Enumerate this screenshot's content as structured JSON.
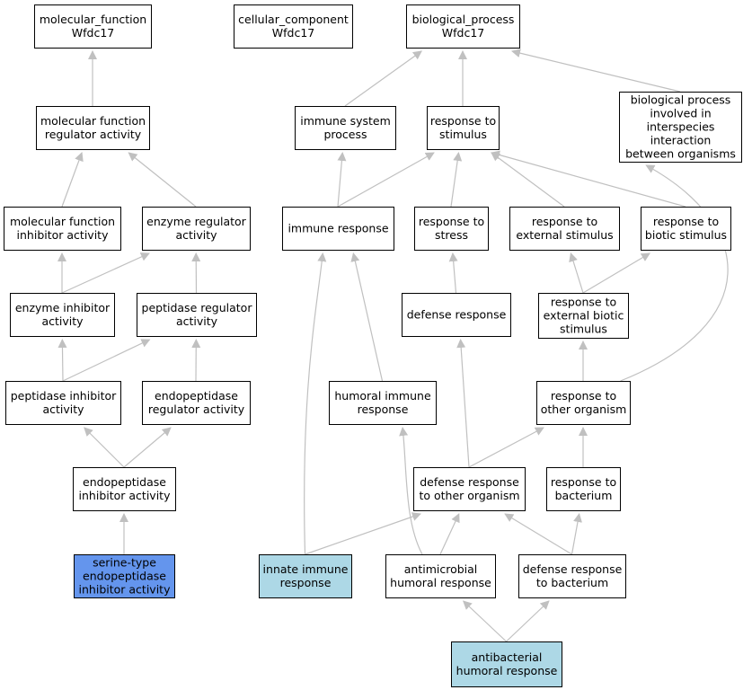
{
  "colors": {
    "edge": "#c0c0c0",
    "node_fill": "#ffffff",
    "node_stroke": "#000000",
    "highlight_query": "#6495ed",
    "highlight_annotation": "#add8e6"
  },
  "nodes": [
    {
      "id": "mf_root",
      "lines": [
        "molecular_function",
        "Wfdc17"
      ],
      "fill": "white"
    },
    {
      "id": "cc_root",
      "lines": [
        "cellular_component",
        "Wfdc17"
      ],
      "fill": "white"
    },
    {
      "id": "bp_root",
      "lines": [
        "biological_process",
        "Wfdc17"
      ],
      "fill": "white"
    },
    {
      "id": "mf_reg",
      "lines": [
        "molecular function",
        "regulator activity"
      ],
      "fill": "white"
    },
    {
      "id": "immune_sys",
      "lines": [
        "immune system",
        "process"
      ],
      "fill": "white"
    },
    {
      "id": "resp_stim",
      "lines": [
        "response to",
        "stimulus"
      ],
      "fill": "white"
    },
    {
      "id": "bp_inter",
      "lines": [
        "biological process",
        "involved in",
        "interspecies",
        "interaction",
        "between organisms"
      ],
      "fill": "white"
    },
    {
      "id": "mf_inhib",
      "lines": [
        "molecular function",
        "inhibitor activity"
      ],
      "fill": "white"
    },
    {
      "id": "enz_reg",
      "lines": [
        "enzyme regulator",
        "activity"
      ],
      "fill": "white"
    },
    {
      "id": "immune_resp",
      "lines": [
        "immune response"
      ],
      "fill": "white"
    },
    {
      "id": "resp_stress",
      "lines": [
        "response to",
        "stress"
      ],
      "fill": "white"
    },
    {
      "id": "resp_ext",
      "lines": [
        "response to",
        "external stimulus"
      ],
      "fill": "white"
    },
    {
      "id": "resp_biotic",
      "lines": [
        "response to",
        "biotic stimulus"
      ],
      "fill": "white"
    },
    {
      "id": "enz_inhib",
      "lines": [
        "enzyme inhibitor",
        "activity"
      ],
      "fill": "white"
    },
    {
      "id": "pep_reg",
      "lines": [
        "peptidase regulator",
        "activity"
      ],
      "fill": "white"
    },
    {
      "id": "def_resp",
      "lines": [
        "defense response"
      ],
      "fill": "white"
    },
    {
      "id": "resp_ext_biotic",
      "lines": [
        "response to",
        "external biotic",
        "stimulus"
      ],
      "fill": "white"
    },
    {
      "id": "pep_inhib",
      "lines": [
        "peptidase inhibitor",
        "activity"
      ],
      "fill": "white"
    },
    {
      "id": "endo_reg",
      "lines": [
        "endopeptidase",
        "regulator activity"
      ],
      "fill": "white"
    },
    {
      "id": "humoral",
      "lines": [
        "humoral immune",
        "response"
      ],
      "fill": "white"
    },
    {
      "id": "resp_other",
      "lines": [
        "response to",
        "other organism"
      ],
      "fill": "white"
    },
    {
      "id": "endo_inhib",
      "lines": [
        "endopeptidase",
        "inhibitor activity"
      ],
      "fill": "white"
    },
    {
      "id": "def_other",
      "lines": [
        "defense response",
        "to other organism"
      ],
      "fill": "white"
    },
    {
      "id": "resp_bact",
      "lines": [
        "response to",
        "bacterium"
      ],
      "fill": "white"
    },
    {
      "id": "serine",
      "lines": [
        "serine-type",
        "endopeptidase",
        "inhibitor activity"
      ],
      "fill": "query"
    },
    {
      "id": "innate",
      "lines": [
        "innate immune",
        "response"
      ],
      "fill": "annotation"
    },
    {
      "id": "antimicro",
      "lines": [
        "antimicrobial",
        "humoral response"
      ],
      "fill": "white"
    },
    {
      "id": "def_bact",
      "lines": [
        "defense response",
        "to bacterium"
      ],
      "fill": "white"
    },
    {
      "id": "antibact",
      "lines": [
        "antibacterial",
        "humoral response"
      ],
      "fill": "annotation"
    }
  ],
  "edges": [
    {
      "from": "mf_reg",
      "to": "mf_root"
    },
    {
      "from": "mf_inhib",
      "to": "mf_reg"
    },
    {
      "from": "enz_reg",
      "to": "mf_reg"
    },
    {
      "from": "enz_inhib",
      "to": "mf_inhib"
    },
    {
      "from": "enz_inhib",
      "to": "enz_reg"
    },
    {
      "from": "pep_reg",
      "to": "enz_reg"
    },
    {
      "from": "pep_inhib",
      "to": "enz_inhib"
    },
    {
      "from": "pep_inhib",
      "to": "pep_reg"
    },
    {
      "from": "endo_reg",
      "to": "pep_reg"
    },
    {
      "from": "endo_inhib",
      "to": "pep_inhib"
    },
    {
      "from": "endo_inhib",
      "to": "endo_reg"
    },
    {
      "from": "serine",
      "to": "endo_inhib"
    },
    {
      "from": "immune_sys",
      "to": "bp_root"
    },
    {
      "from": "resp_stim",
      "to": "bp_root"
    },
    {
      "from": "bp_inter",
      "to": "bp_root"
    },
    {
      "from": "immune_resp",
      "to": "immune_sys"
    },
    {
      "from": "immune_resp",
      "to": "resp_stim"
    },
    {
      "from": "resp_stress",
      "to": "resp_stim"
    },
    {
      "from": "resp_ext",
      "to": "resp_stim"
    },
    {
      "from": "resp_biotic",
      "to": "resp_stim"
    },
    {
      "from": "def_resp",
      "to": "resp_stress"
    },
    {
      "from": "resp_ext_biotic",
      "to": "resp_ext"
    },
    {
      "from": "resp_ext_biotic",
      "to": "resp_biotic"
    },
    {
      "from": "humoral",
      "to": "immune_resp"
    },
    {
      "from": "innate",
      "to": "immune_resp"
    },
    {
      "from": "resp_other",
      "to": "resp_ext_biotic"
    },
    {
      "from": "resp_other",
      "to": "bp_inter"
    },
    {
      "from": "def_other",
      "to": "def_resp"
    },
    {
      "from": "def_other",
      "to": "resp_other"
    },
    {
      "from": "resp_bact",
      "to": "resp_other"
    },
    {
      "from": "innate",
      "to": "def_other"
    },
    {
      "from": "antimicro",
      "to": "humoral"
    },
    {
      "from": "antimicro",
      "to": "def_other"
    },
    {
      "from": "def_bact",
      "to": "def_other"
    },
    {
      "from": "def_bact",
      "to": "resp_bact"
    },
    {
      "from": "antibact",
      "to": "antimicro"
    },
    {
      "from": "antibact",
      "to": "def_bact"
    }
  ]
}
